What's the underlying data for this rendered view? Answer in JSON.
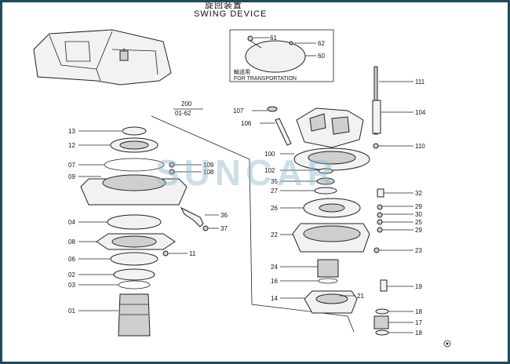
{
  "title_jp": "旋回装置",
  "title": "SWING DEVICE",
  "transport_label_jp": "輸送用",
  "transport_label": "FOR TRANSPORTATION",
  "ref_top": "200",
  "ref_bottom": "01-62",
  "watermark": "SUNCAR",
  "callouts_left": [
    "13",
    "12",
    "07",
    "09",
    "04",
    "08",
    "06",
    "02",
    "03",
    "01"
  ],
  "callouts_mid": [
    "109",
    "108",
    "36",
    "37",
    "11"
  ],
  "callouts_inset": [
    "61",
    "62",
    "60"
  ],
  "callouts_right_a": [
    "107",
    "106",
    "111",
    "104",
    "110",
    "100",
    "102",
    "35",
    "27",
    "32",
    "26",
    "29",
    "30",
    "25",
    "29",
    "22",
    "23",
    "24",
    "16",
    "19",
    "14",
    "21",
    "18",
    "17",
    "18"
  ],
  "colors": {
    "frame": "#1e4a5e",
    "ink": "#222222",
    "watermark": "#8fb7c9"
  }
}
